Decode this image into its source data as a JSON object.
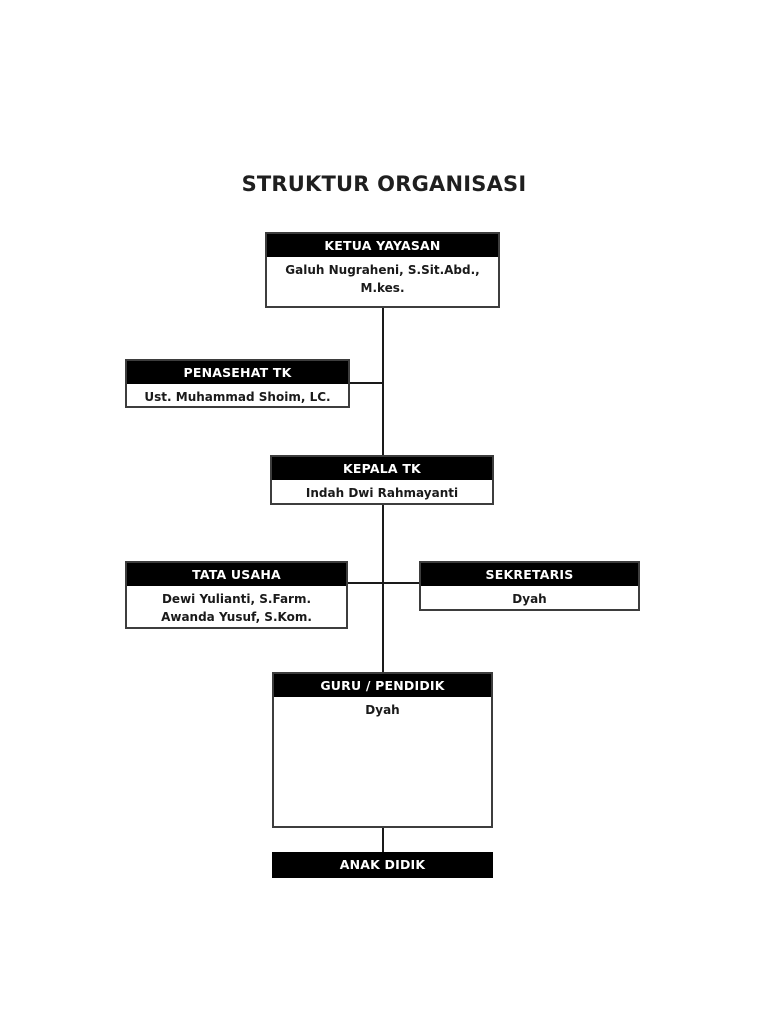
{
  "page": {
    "title": "STRUKTUR ORGANISASI"
  },
  "org": {
    "type": "org-chart",
    "nodes": [
      {
        "id": "ketua-yayasan",
        "label": "KETUA YAYASAN",
        "members": [
          "Galuh Nugraheni, S.Sit.Abd., M.kes."
        ]
      },
      {
        "id": "penasehat-tk",
        "label": "PENASEHAT TK",
        "members": [
          "Ust. Muhammad Shoim, LC."
        ]
      },
      {
        "id": "kepala-tk",
        "label": "KEPALA TK",
        "members": [
          "Indah Dwi Rahmayanti"
        ]
      },
      {
        "id": "tata-usaha",
        "label": "TATA USAHA",
        "members": [
          "Dewi Yulianti, S.Farm.",
          "Awanda Yusuf, S.Kom."
        ]
      },
      {
        "id": "sekretaris",
        "label": "SEKRETARIS",
        "members": [
          "Dyah"
        ]
      },
      {
        "id": "guru-pendidik",
        "label": "GURU / PENDIDIK",
        "members": [
          "Dyah"
        ]
      },
      {
        "id": "anak-didik",
        "label": "ANAK DIDIK",
        "members": []
      }
    ],
    "hierarchy": [
      {
        "from": "ketua-yayasan",
        "to": "kepala-tk"
      },
      {
        "from": "ketua-yayasan",
        "to": "penasehat-tk"
      },
      {
        "from": "kepala-tk",
        "to": "guru-pendidik"
      },
      {
        "from": "kepala-tk",
        "to": "tata-usaha"
      },
      {
        "from": "kepala-tk",
        "to": "sekretaris"
      },
      {
        "from": "guru-pendidik",
        "to": "anak-didik"
      }
    ],
    "colors": {
      "header_bg": "#000000",
      "header_text": "#ffffff",
      "body_text": "#1a1a1a",
      "border": "#3d3d3d",
      "page_bg": "#ffffff"
    }
  }
}
